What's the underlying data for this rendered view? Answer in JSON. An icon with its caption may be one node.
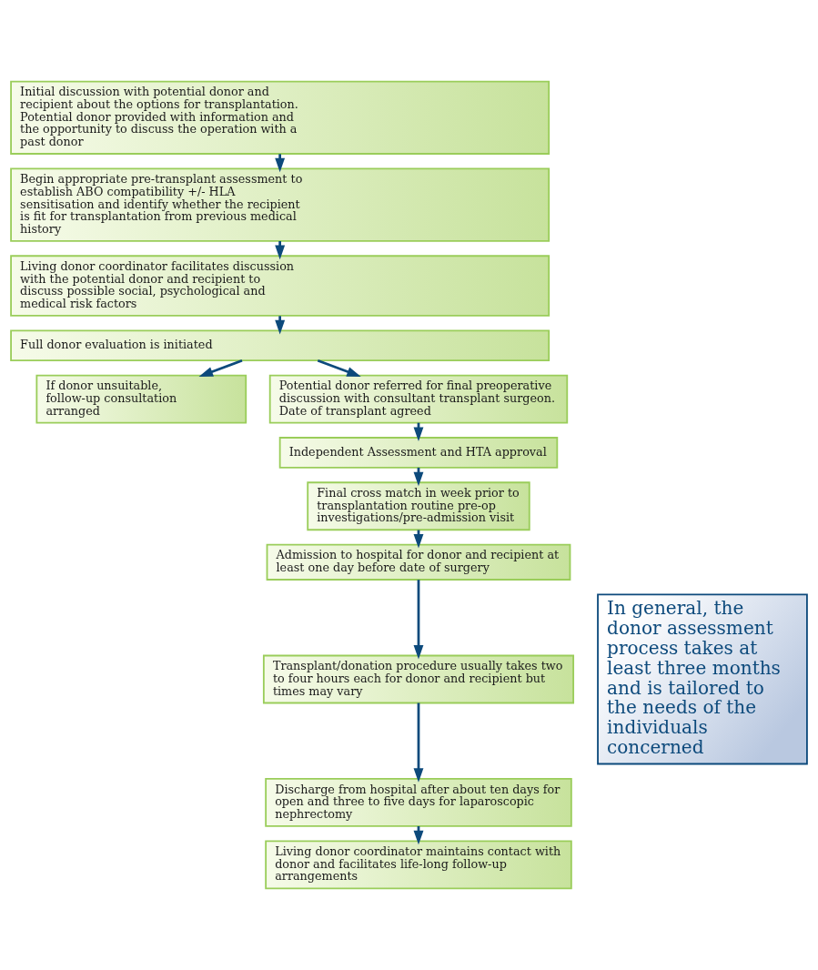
{
  "diagram": {
    "nodes": [
      {
        "text": [
          "Initial discussion with potential donor and recipient about the options for transplantation. Potential donor provided with information and the opportunity to discuss the operation with a past donor"
        ]
      },
      {
        "text": [
          "Begin appropriate pre-transplant assessment to establish ABO compatibility +/- HLA sensitisation and identify whether the recipient is fit for transplantation from previous medical history"
        ]
      },
      {
        "text": [
          "Living donor coordinator facilitates discussion with the potential donor and recipient to discuss possible social, psychological and medical risk factors"
        ]
      },
      {
        "text": [
          "Full donor evaluation is initiated"
        ]
      },
      {
        "text": [
          "If donor unsuitable, follow-up consultation arranged"
        ]
      },
      {
        "text": [
          "Potential donor referred for final preoperative discussion with consultant transplant surgeon. Date of transplant agreed"
        ]
      },
      {
        "text": [
          "Independent Assessment and HTA approval"
        ]
      },
      {
        "text": [
          "Final cross match in week prior to transplantation routine pre-op investigations/pre-admission visit"
        ]
      },
      {
        "text": [
          "Admission to hospital for donor and recipient at least one day before date of surgery"
        ]
      },
      {
        "text": [
          "Transplant/donation procedure usually takes two to four hours each for donor and recipient but times may vary"
        ]
      },
      {
        "text": [
          "Discharge from hospital after about ten days for open and three to five days for laparoscopic nephrectomy"
        ]
      },
      {
        "text": [
          "Living donor coordinator maintains contact with donor and facilitates life-long follow-up arrangements"
        ]
      },
      {
        "text": [
          "In general, the donor assessment process takes at least three months and is tailored to the needs of the individuals concerned"
        ]
      }
    ],
    "edges": [
      {
        "from": 0,
        "to": 1,
        "arrow": "to"
      },
      {
        "from": 1,
        "to": 2,
        "arrow": "to"
      },
      {
        "from": 2,
        "to": 3,
        "arrow": "to"
      },
      {
        "from": 3,
        "to": 4,
        "arrow": "to"
      },
      {
        "from": 3,
        "to": 5,
        "arrow": "to"
      },
      {
        "from": 5,
        "to": 6,
        "arrow": "to"
      },
      {
        "from": 6,
        "to": 7,
        "arrow": "to"
      },
      {
        "from": 7,
        "to": 8,
        "arrow": "to"
      },
      {
        "from": 8,
        "to": 9,
        "arrow": "to"
      },
      {
        "from": 9,
        "to": 10,
        "arrow": "to"
      },
      {
        "from": 10,
        "to": 11,
        "arrow": "to"
      }
    ]
  }
}
